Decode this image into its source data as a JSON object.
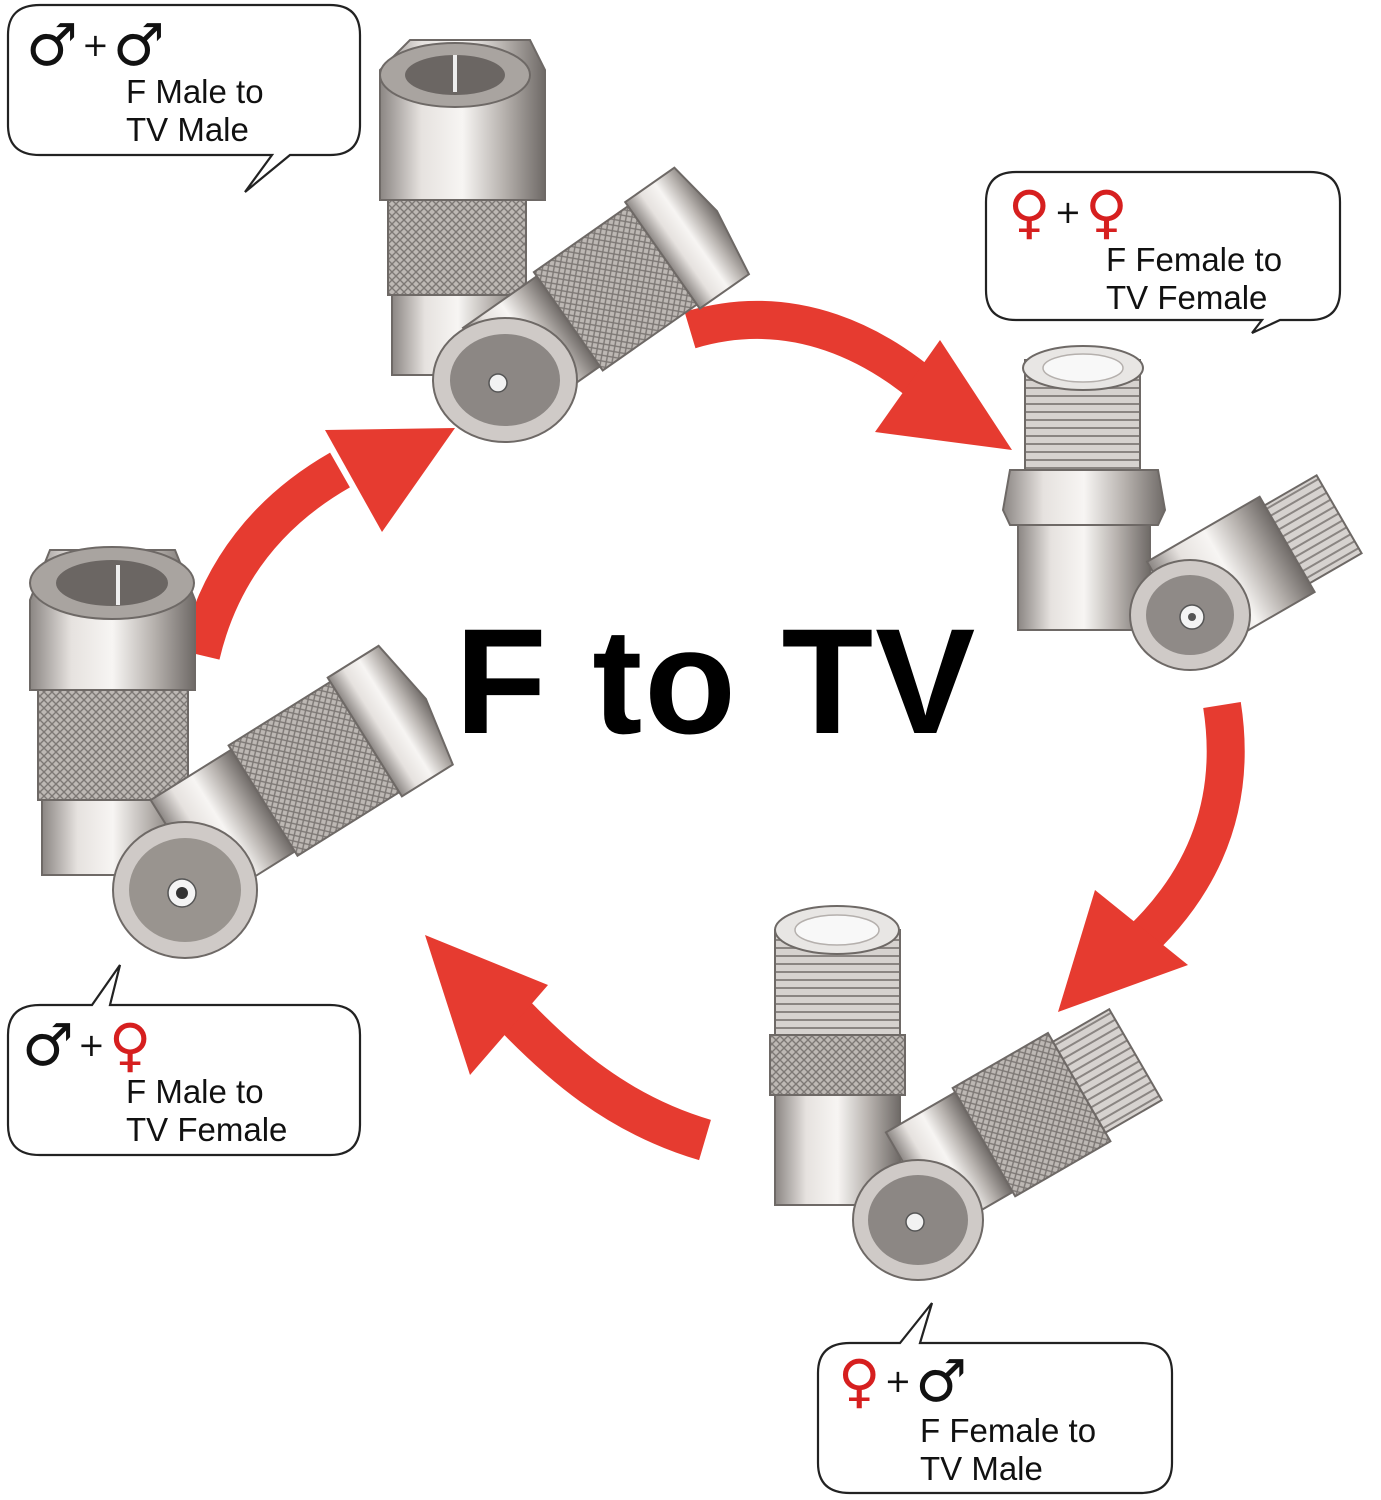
{
  "title": "F to TV",
  "symbols": {
    "male": "♂",
    "female": "♀",
    "plus": "+"
  },
  "bubbles": [
    {
      "id": "f-male-tv-male",
      "sym1": "male",
      "sym2": "male",
      "line1": "F Male to",
      "line2": "TV Male"
    },
    {
      "id": "f-female-tv-female",
      "sym1": "female",
      "sym2": "female",
      "line1": "F Female to",
      "line2": "TV Female"
    },
    {
      "id": "f-male-tv-female",
      "sym1": "male",
      "sym2": "female",
      "line1": "F Male to",
      "line2": "TV Female"
    },
    {
      "id": "f-female-tv-male",
      "sym1": "female",
      "sym2": "male",
      "line1": "F Female to",
      "line2": "TV Male"
    }
  ],
  "colors": {
    "arrow": "#e63b30",
    "male_symbol": "#111111",
    "female_symbol": "#d61f1f",
    "metal": "#c9c5c2",
    "bubble_border": "#222222"
  }
}
